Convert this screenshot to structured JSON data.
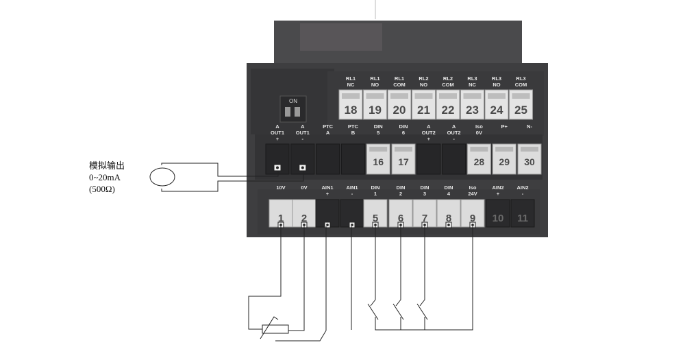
{
  "annotation": {
    "line1": "模拟输出",
    "line2": "0~20mA",
    "line3": "(500Ω)"
  },
  "dip_switch": {
    "label": "ON"
  },
  "relay_labels": [
    [
      "RL1",
      "NC"
    ],
    [
      "RL1",
      "NO"
    ],
    [
      "RL1",
      "COM"
    ],
    [
      "RL2",
      "NO"
    ],
    [
      "RL2",
      "COM"
    ],
    [
      "RL3",
      "NC"
    ],
    [
      "RL3",
      "NO"
    ],
    [
      "RL3",
      "COM"
    ]
  ],
  "relay_terminals": [
    "18",
    "19",
    "20",
    "21",
    "22",
    "23",
    "24",
    "25"
  ],
  "middle_labels": [
    [
      "A",
      "OUT1",
      "+"
    ],
    [
      "A",
      "OUT1",
      "-"
    ],
    [
      "PTC",
      "A",
      ""
    ],
    [
      "PTC",
      "B",
      ""
    ],
    [
      "DIN",
      "5",
      ""
    ],
    [
      "DIN",
      "6",
      ""
    ],
    [
      "A",
      "OUT2",
      "+"
    ],
    [
      "A",
      "OUT2",
      "-"
    ],
    [
      "Iso",
      "0V",
      ""
    ],
    [
      "P+",
      "",
      ""
    ],
    [
      "N-",
      "",
      ""
    ]
  ],
  "middle_terminals": [
    "",
    "",
    "",
    "",
    "16",
    "17",
    "",
    "",
    "28",
    "29",
    "30"
  ],
  "bottom_labels": [
    [
      "10V",
      ""
    ],
    [
      "0V",
      ""
    ],
    [
      "AIN1",
      "+"
    ],
    [
      "AIN1",
      "-"
    ],
    [
      "DIN",
      "1"
    ],
    [
      "DIN",
      "2"
    ],
    [
      "DIN",
      "3"
    ],
    [
      "DIN",
      "4"
    ],
    [
      "Iso",
      "24V"
    ],
    [
      "AIN2",
      "+"
    ],
    [
      "AIN2",
      "-"
    ]
  ],
  "bottom_terminals": [
    "1",
    "2",
    "",
    "",
    "5",
    "6",
    "7",
    "8",
    "9",
    "10",
    "11"
  ]
}
